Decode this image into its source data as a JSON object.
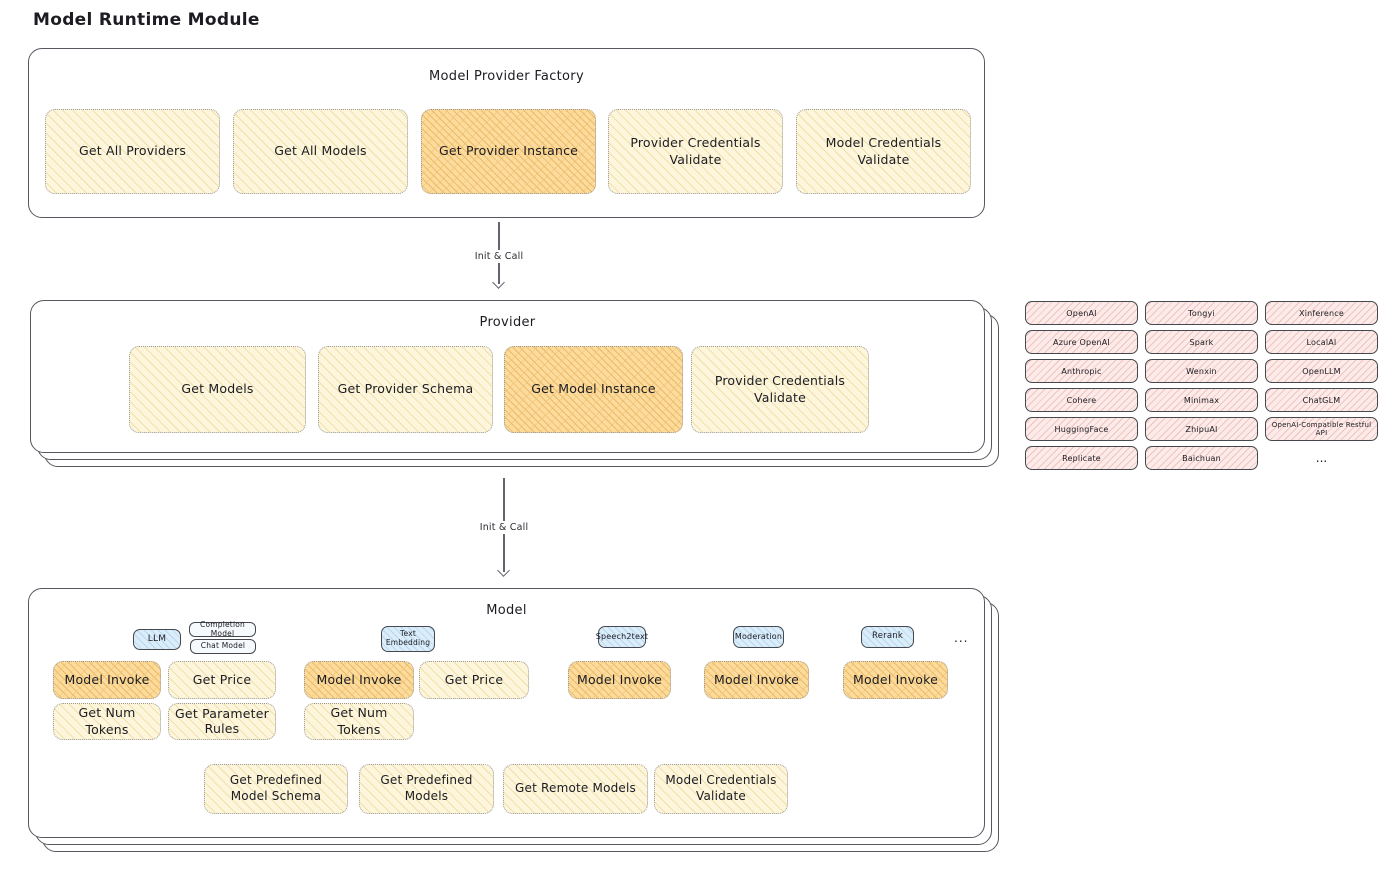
{
  "colors": {
    "yellow-fill": "#fdf6dc",
    "yellow-hatch": "#f0e0ab",
    "orange-fill": "#fbdc9c",
    "orange-hatch": "#eeb968",
    "orange-hatch2": "#f5cd85",
    "pink-fill": "#fcebe9",
    "pink-hatch": "#efc3bf",
    "blue-fill": "#dcedfa",
    "blue-hatch": "#b5d7f0",
    "box-border": "#55585e",
    "dotted-border": "#9a9a9a",
    "chip-border": "#45484e",
    "text": "#1c1c22",
    "arrow": "#64646c"
  },
  "title": "Model Runtime Module",
  "factory": {
    "title": "Model Provider Factory",
    "buttons": [
      {
        "label": "Get All Providers"
      },
      {
        "label": "Get All Models"
      },
      {
        "label": "Get Provider Instance"
      },
      {
        "label": "Provider Credentials Validate"
      },
      {
        "label": "Model Credentials Validate"
      }
    ]
  },
  "arrows": {
    "label1": "Init & Call",
    "label2": "Init & Call"
  },
  "provider": {
    "title": "Provider",
    "buttons": [
      {
        "label": "Get Models"
      },
      {
        "label": "Get Provider Schema"
      },
      {
        "label": "Get Model Instance"
      },
      {
        "label": "Provider Credentials Validate"
      }
    ]
  },
  "provider_list": {
    "col1": [
      "OpenAI",
      "Azure OpenAI",
      "Anthropic",
      "Cohere",
      "HuggingFace",
      "Replicate"
    ],
    "col2": [
      "Tongyi",
      "Spark",
      "Wenxin",
      "Minimax",
      "ZhipuAI",
      "Baichuan"
    ],
    "col3": [
      "Xinference",
      "LocalAI",
      "OpenLLM",
      "ChatGLM",
      "OpenAI-Compatible Restful API"
    ],
    "more": "..."
  },
  "model": {
    "title": "Model",
    "tabs": {
      "llm": "LLM",
      "completion_model": "Completion Model",
      "chat_model": "Chat Model",
      "text_embedding": "Text Embedding",
      "speech2text": "Speech2text",
      "moderation": "Moderation",
      "rerank": "Rerank",
      "more": "..."
    },
    "llm": {
      "buttons": [
        "Model Invoke",
        "Get Price",
        "Get Num Tokens",
        "Get Parameter Rules"
      ]
    },
    "text_embedding": {
      "buttons": [
        "Model Invoke",
        "Get Price",
        "Get Num Tokens"
      ]
    },
    "speech2text": {
      "buttons": [
        "Model Invoke"
      ]
    },
    "moderation": {
      "buttons": [
        "Model Invoke"
      ]
    },
    "rerank": {
      "buttons": [
        "Model Invoke"
      ]
    },
    "common_buttons": [
      "Get Predefined Model Schema",
      "Get Predefined Models",
      "Get Remote Models",
      "Model Credentials Validate"
    ]
  }
}
